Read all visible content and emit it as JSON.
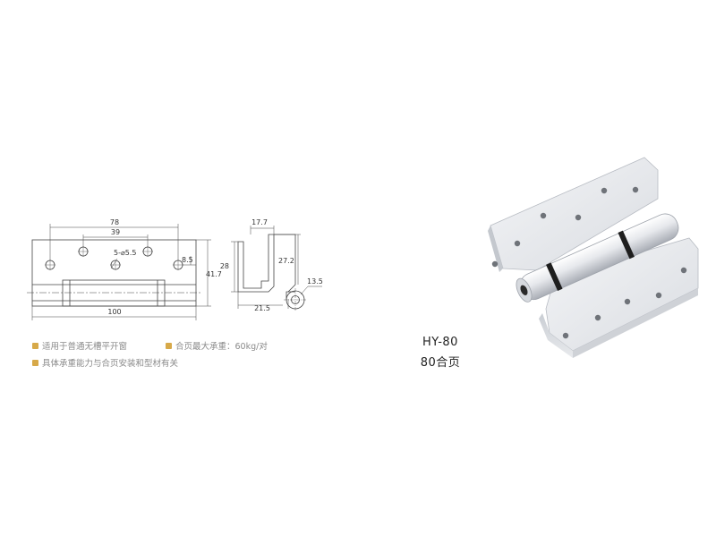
{
  "drawing": {
    "front_view": {
      "dim_78": "78",
      "dim_39": "39",
      "dim_holes": "5-⌀5.5",
      "dim_8_5": "8.5",
      "dim_41_7": "41.7",
      "dim_100": "100"
    },
    "side_view": {
      "dim_17_7": "17.7",
      "dim_28": "28",
      "dim_27_2": "27.2",
      "dim_21_5": "21.5",
      "dim_13_5": "13.5"
    }
  },
  "notes": [
    {
      "id": "01",
      "text": "适用于普通无槽平开窗"
    },
    {
      "id": "02",
      "text": "合页最大承重：60kg/对"
    },
    {
      "id": "03",
      "text": "具体承重能力与合页安装和型材有关"
    }
  ],
  "product": {
    "model": "HY-80",
    "name": "80合页"
  },
  "colors": {
    "line": "#444444",
    "bullet": "#d7a949",
    "note_text": "#8a8a8a"
  }
}
